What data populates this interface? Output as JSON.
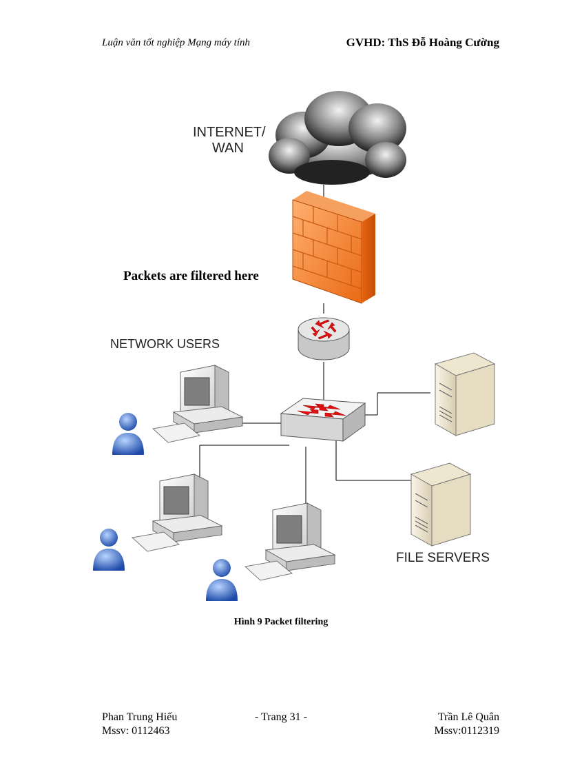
{
  "header": {
    "left": "Luận văn tốt nghiệp Mạng máy tính",
    "right": "GVHD: ThS Đỗ Hoàng Cường"
  },
  "figure": {
    "internet_line1": "INTERNET/",
    "internet_line2": "WAN",
    "filter_note": "Packets are filtered here",
    "network_users": "NETWORK USERS",
    "file_servers": "FILE SERVERS",
    "caption": "Hình 9 Packet filtering"
  },
  "footer": {
    "left_name": "Phan Trung Hiếu",
    "left_id": "Mssv: 0112463",
    "page": "- Trang 31 -",
    "right_name": "Trần Lê Quân",
    "right_id": "Mssv:0112319"
  }
}
